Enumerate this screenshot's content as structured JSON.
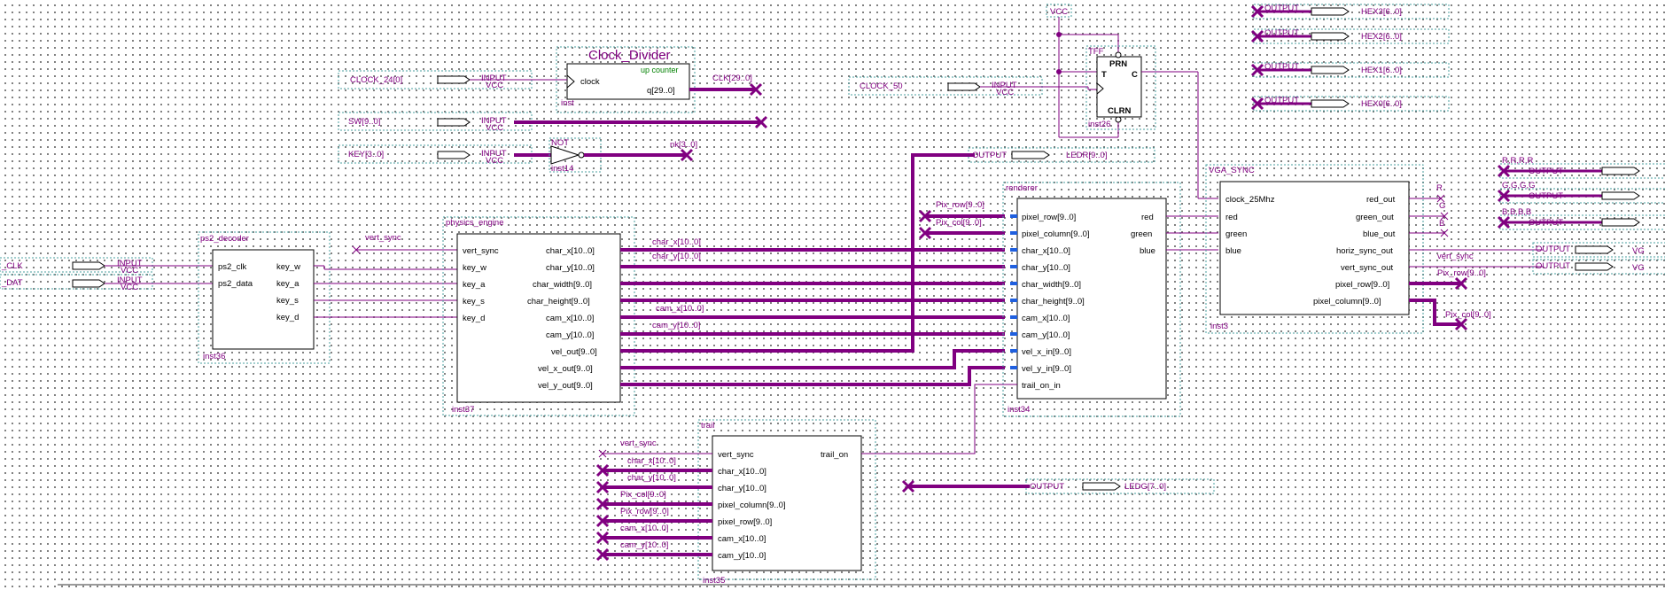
{
  "colors": {
    "wire": "#800080",
    "bus": "#800080",
    "block": "#000000",
    "port_blue": "#1f5fdf",
    "frame": "#4a9f9f",
    "text": "#000000",
    "label": "#800080",
    "green": "#008000"
  },
  "pins": {
    "clock_24": "CLOCK_24[0]",
    "sw": "SW[9..0]",
    "key": "KEY[3..0]",
    "clock_50": "CLOCK_50",
    "vcc": "VCC",
    "ps2_clk": "_CLK",
    "ps2_dat": "_DAT",
    "input_word": "INPUT",
    "output_word": "OUTPUT",
    "hex3": "HEX3[6..0]",
    "hex2": "HEX2[6..0]",
    "hex1": "HEX1[6..0]",
    "hex0": "HEX0[6..0]",
    "ledr": "LEDR[9..0]",
    "ledg": "LEDG[7..0]",
    "vga_out_1": "VG",
    "vga_out_2": "VG"
  },
  "clock_divider": {
    "title": "Clock_Divider",
    "subtitle": "up counter",
    "in": "clock",
    "out": "q[29..0]",
    "inst": "inst",
    "net": "CLK[29..0]"
  },
  "not_gate": {
    "title": "NOT",
    "inst": "inst14",
    "net": "nk[3..0]"
  },
  "tff": {
    "title": "TFF",
    "prn": "PRN",
    "t": "T",
    "clrn": "CLRN",
    "c": "C",
    "inst": "inst26"
  },
  "ps2_decoder": {
    "title": "ps2_decoder",
    "inputs": [
      "ps2_clk",
      "ps2_data"
    ],
    "outputs": [
      "key_w",
      "key_a",
      "key_s",
      "key_d"
    ],
    "inst": "inst36"
  },
  "physics_engine": {
    "title": "physics_engine",
    "inputs": [
      "vert_sync",
      "key_w",
      "key_a",
      "key_s",
      "key_d"
    ],
    "outputs": [
      "char_x[10..0]",
      "char_y[10..0]",
      "char_width[9..0]",
      "char_height[9..0]",
      "cam_x[10..0]",
      "cam_y[10..0]",
      "vel_out[9..0]",
      "vel_x_out[9..0]",
      "vel_y_out[9..0]"
    ],
    "inst": "inst37"
  },
  "renderer": {
    "title": "renderer",
    "inputs": [
      "pixel_row[9..0]",
      "pixel_column[9..0]",
      "char_x[10..0]",
      "char_y[10..0]",
      "char_width[9..0]",
      "char_height[9..0]",
      "cam_x[10..0]",
      "cam_y[10..0]",
      "vel_x_in[9..0]",
      "vel_y_in[9..0]",
      "trail_on_in"
    ],
    "outputs": [
      "red",
      "green",
      "blue"
    ],
    "inst": "inst34"
  },
  "vga_sync": {
    "title": "VGA_SYNC",
    "inputs": [
      "clock_25Mhz",
      "red",
      "green",
      "blue"
    ],
    "outputs": [
      "red_out",
      "green_out",
      "blue_out",
      "horiz_sync_out",
      "vert_sync_out",
      "pixel_row[9..0]",
      "pixel_column[9..0]"
    ],
    "inst": "inst3"
  },
  "trail": {
    "title": "trail",
    "inputs": [
      "vert_sync",
      "char_x[10..0]",
      "char_y[10..0]",
      "pixel_column[9..0]",
      "pixel_row[9..0]",
      "cam_x[10..0]",
      "cam_y[10..0]"
    ],
    "outputs": [
      "trail_on"
    ],
    "inst": "inst35"
  },
  "net_labels": {
    "vert_sync_ps2": "vert_sync",
    "char_x": "char_x[10..0]",
    "char_y": "char_y[10..0]",
    "cam_x": "cam_x[10..0]",
    "cam_y": "cam_y[10..0]",
    "pix_row_r": "Pix_row[9..0]",
    "pix_col_r": "Pix_col[9..0]",
    "rrrr": "R,R,R,R",
    "gggg": "G,G,G,G",
    "bbbb": "B,B,B,B",
    "r": "R",
    "g": "G",
    "b": "B",
    "vert_sync_vga": "vert_sync",
    "pix_row_vga": "Pix_row[9..0]",
    "pix_col_vga": "Pix_col[9..0]",
    "trail_vert_sync": "vert_sync",
    "trail_char_x": "char_x[10..0]",
    "trail_char_y": "char_y[10..0]",
    "trail_pix_col": "Pix_col[9..0]",
    "trail_pix_row": "Pix_row[9..0]",
    "trail_cam_x": "cam_x[10..0]",
    "trail_cam_y": "cam_y[10..0]"
  }
}
